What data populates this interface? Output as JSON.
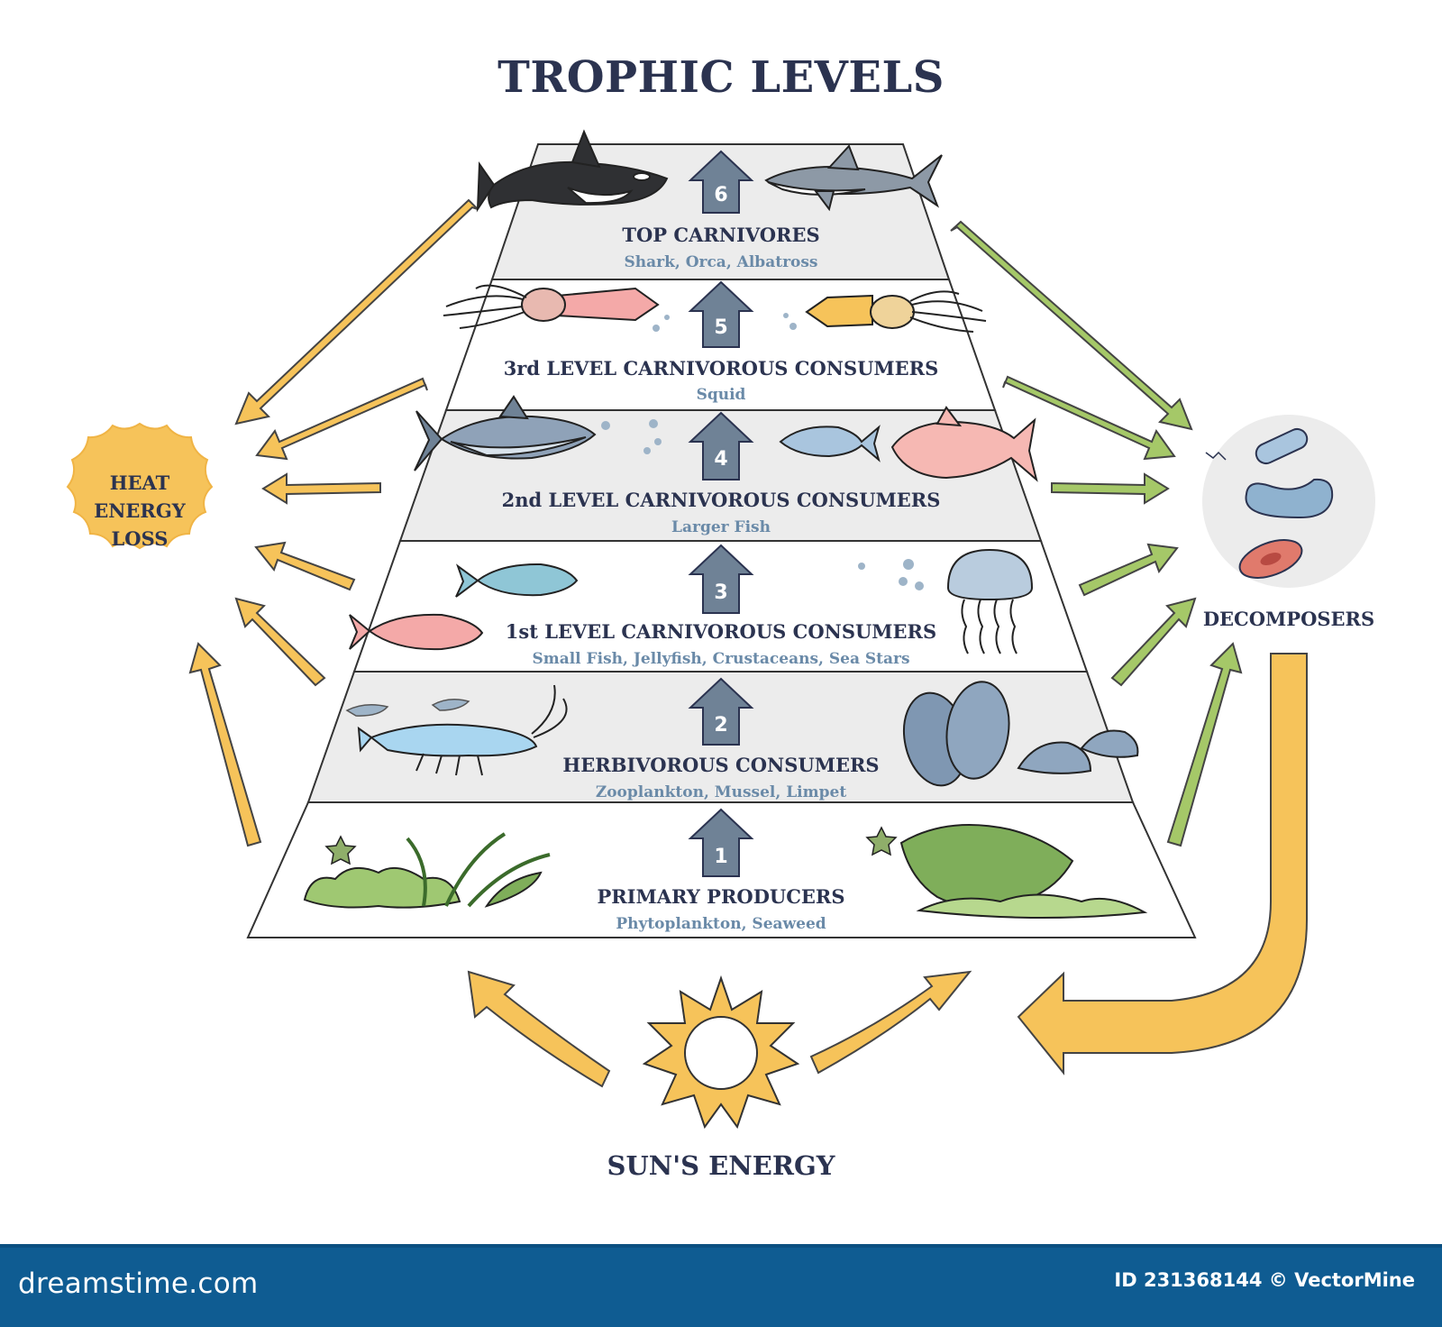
{
  "title": "TROPHIC LEVELS",
  "levels": [
    {
      "number": "6",
      "name": "TOP CARNIVORES",
      "examples": "Shark, Orca, Albatross"
    },
    {
      "number": "5",
      "name": "3rd LEVEL CARNIVOROUS CONSUMERS",
      "examples": "Squid"
    },
    {
      "number": "4",
      "name": "2nd LEVEL CARNIVOROUS CONSUMERS",
      "examples": "Larger Fish"
    },
    {
      "number": "3",
      "name": "1st LEVEL  CARNIVOROUS CONSUMERS",
      "examples": "Small Fish, Jellyfish, Crustaceans, Sea Stars"
    },
    {
      "number": "2",
      "name": "HERBIVOROUS CONSUMERS",
      "examples": "Zooplankton, Mussel, Limpet"
    },
    {
      "number": "1",
      "name": "PRIMARY PRODUCERS",
      "examples": "Phytoplankton, Seaweed"
    }
  ],
  "heat": {
    "line1": "HEAT",
    "line2": "ENERGY",
    "line3": "LOSS"
  },
  "decomposers": "DECOMPOSERS",
  "sun": "SUN'S ENERGY",
  "footer": {
    "brand": "dreamstime.com",
    "credit": "ID 231368144 © VectorMine"
  },
  "colors": {
    "title": "#2b3350",
    "examples": "#6a8aa8",
    "heat_arrow": "#f6c35a",
    "decomposer_arrow": "#a5c868",
    "level_arrow": "#6f8296",
    "band_shade": "#ececec",
    "footer": "#0f5c92"
  },
  "icons": [
    "orca-icon",
    "shark-icon",
    "squid-icon",
    "tuna-icon",
    "fish-icon",
    "salmon-icon",
    "jellyfish-icon",
    "shrimp-icon",
    "mussel-icon",
    "limpet-icon",
    "seaweed-icon",
    "starfish-icon",
    "bacteria-icon",
    "sun-icon",
    "heat-badge-icon"
  ]
}
